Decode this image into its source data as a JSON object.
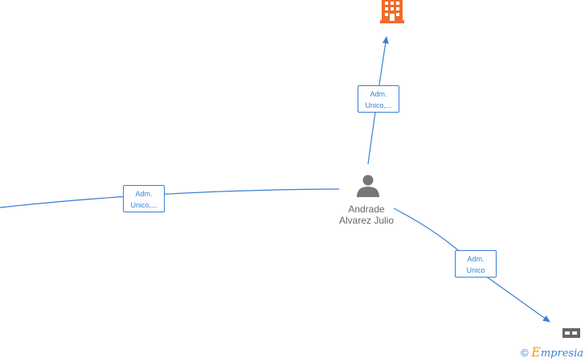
{
  "person": {
    "name_line1": "Andrade",
    "name_line2": "Alvarez Julio"
  },
  "edges": [
    {
      "id": "top-company",
      "line1": "Adm.",
      "line2": "Unico,..."
    },
    {
      "id": "left-company",
      "line1": "Adm.",
      "line2": "Unico,..."
    },
    {
      "id": "bottom-right-company",
      "line1": "Adm.",
      "line2": "Unico"
    }
  ],
  "watermark": {
    "copyright_symbol": "©",
    "brand_first": "E",
    "brand_rest": "mpresia"
  },
  "colors": {
    "edge": "#3a7fd6",
    "company_highlight": "#f26b2b",
    "company_muted": "#666666",
    "person": "#777777"
  },
  "icons": {
    "top_company": "building-icon",
    "person": "person-icon",
    "bottom_right_company": "building-icon"
  }
}
